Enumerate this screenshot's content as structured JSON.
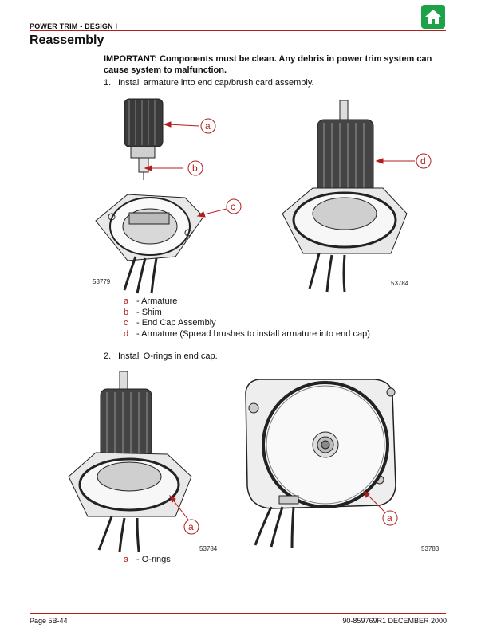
{
  "header": {
    "section": "POWER TRIM - DESIGN I",
    "home_icon": "home-icon"
  },
  "title": "Reassembly",
  "important": "IMPORTANT: Components must be clean. Any debris in power trim system can cause system to malfunction.",
  "steps": [
    {
      "num": "1.",
      "text": "Install armature into end cap/brush card assembly."
    },
    {
      "num": "2.",
      "text": "Install O-rings in end cap."
    }
  ],
  "figures": [
    {
      "id": "53779",
      "callouts": [
        "a",
        "b",
        "c"
      ]
    },
    {
      "id": "53784",
      "callouts": [
        "d"
      ]
    },
    {
      "id": "53784",
      "callouts": [
        "a"
      ]
    },
    {
      "id": "53783",
      "callouts": [
        "a"
      ]
    }
  ],
  "legend1": [
    {
      "letter": "a",
      "text": "- Armature"
    },
    {
      "letter": "b",
      "text": "- Shim"
    },
    {
      "letter": "c",
      "text": "- End Cap Assembly"
    },
    {
      "letter": "d",
      "text": "- Armature (Spread brushes to install armature into end cap)"
    }
  ],
  "legend2": [
    {
      "letter": "a",
      "text": "- O-rings"
    }
  ],
  "footer": {
    "page": "Page 5B-44",
    "doc": "90-859769R1  DECEMBER 2000"
  },
  "colors": {
    "accent": "#b51c1c",
    "home": "#1da24a"
  }
}
